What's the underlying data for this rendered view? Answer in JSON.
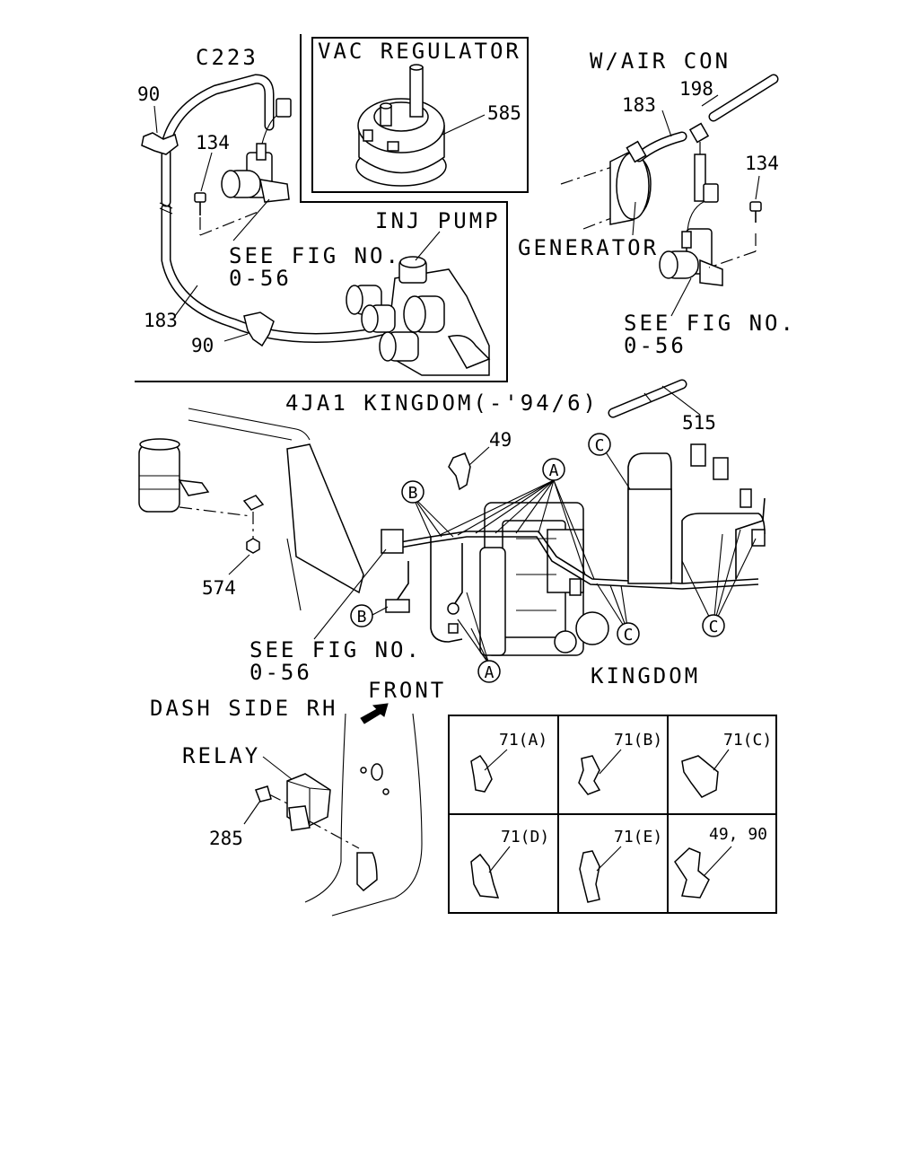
{
  "labels": {
    "c223": "C223",
    "vac_regulator": "VAC REGULATOR",
    "w_air_con": "W/AIR CON",
    "p585": "585",
    "p90_top": "90",
    "p134_left": "134",
    "p183_top": "183",
    "p198": "198",
    "p134_right": "134",
    "inj_pump": "INJ PUMP",
    "generator": "GENERATOR",
    "see_fig_1": "SEE FIG NO.",
    "fig_1": "0-56",
    "see_fig_2": "SEE FIG NO.",
    "fig_2": "0-56",
    "p183_bot": "183",
    "p90_bot": "90",
    "section_title": "4JA1 KINGDOM(-'94/6)",
    "p515": "515",
    "p49": "49",
    "p574": "574",
    "see_fig_3": "SEE FIG NO.",
    "fig_3": "0-56",
    "kingdom": "KINGDOM",
    "front": "FRONT",
    "dash_side": "DASH SIDE RH",
    "relay": "RELAY",
    "p285": "285",
    "call_a": "A",
    "call_b": "B",
    "call_c": "C"
  },
  "clip_table": {
    "cells": [
      "71(A)",
      "71(B)",
      "71(C)",
      "71(D)",
      "71(E)",
      "49, 90"
    ]
  }
}
